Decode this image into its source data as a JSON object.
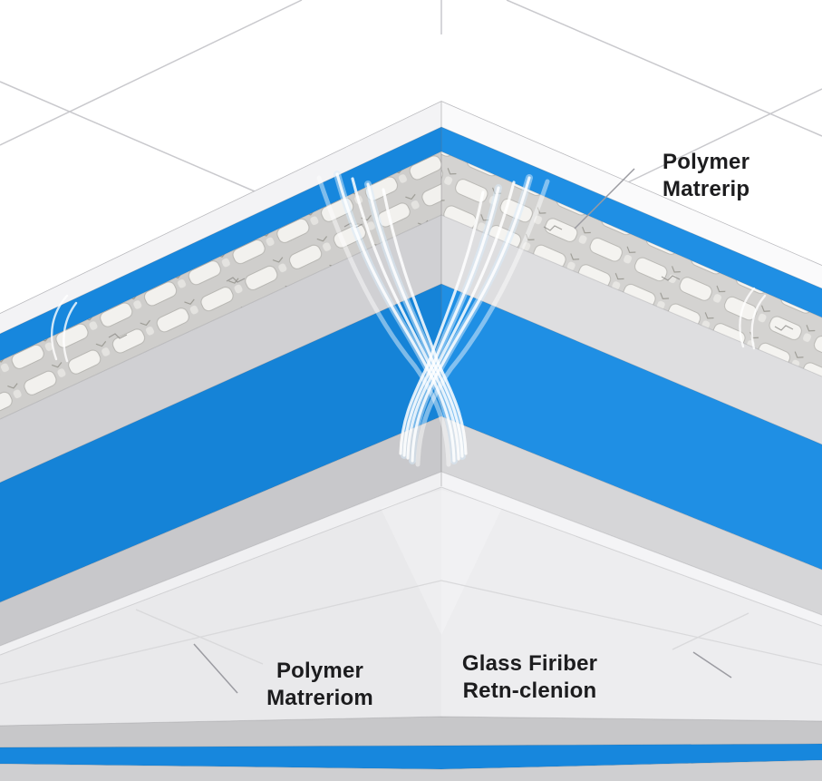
{
  "illustration": {
    "labels": {
      "polymer_top_right": {
        "line1": "Polymer",
        "line2": "Matrerip"
      },
      "polymer_bottom_left": {
        "line1": "Polymer",
        "line2": "Matreriom"
      },
      "glass_fiber_bottom": {
        "line1": "Glass Firiber",
        "line2": "Retn-clenion"
      }
    },
    "colors": {
      "blue": "#1787DD",
      "blue_light": "#1F8FE4",
      "blue_dark": "#1583D7",
      "gray_face": "#D0D0D3",
      "gray_face_light": "#DEDEE0",
      "gray_dark": "#C8C8CB",
      "surface": "#E9E9EB",
      "stone": "#F2F1EE"
    }
  }
}
